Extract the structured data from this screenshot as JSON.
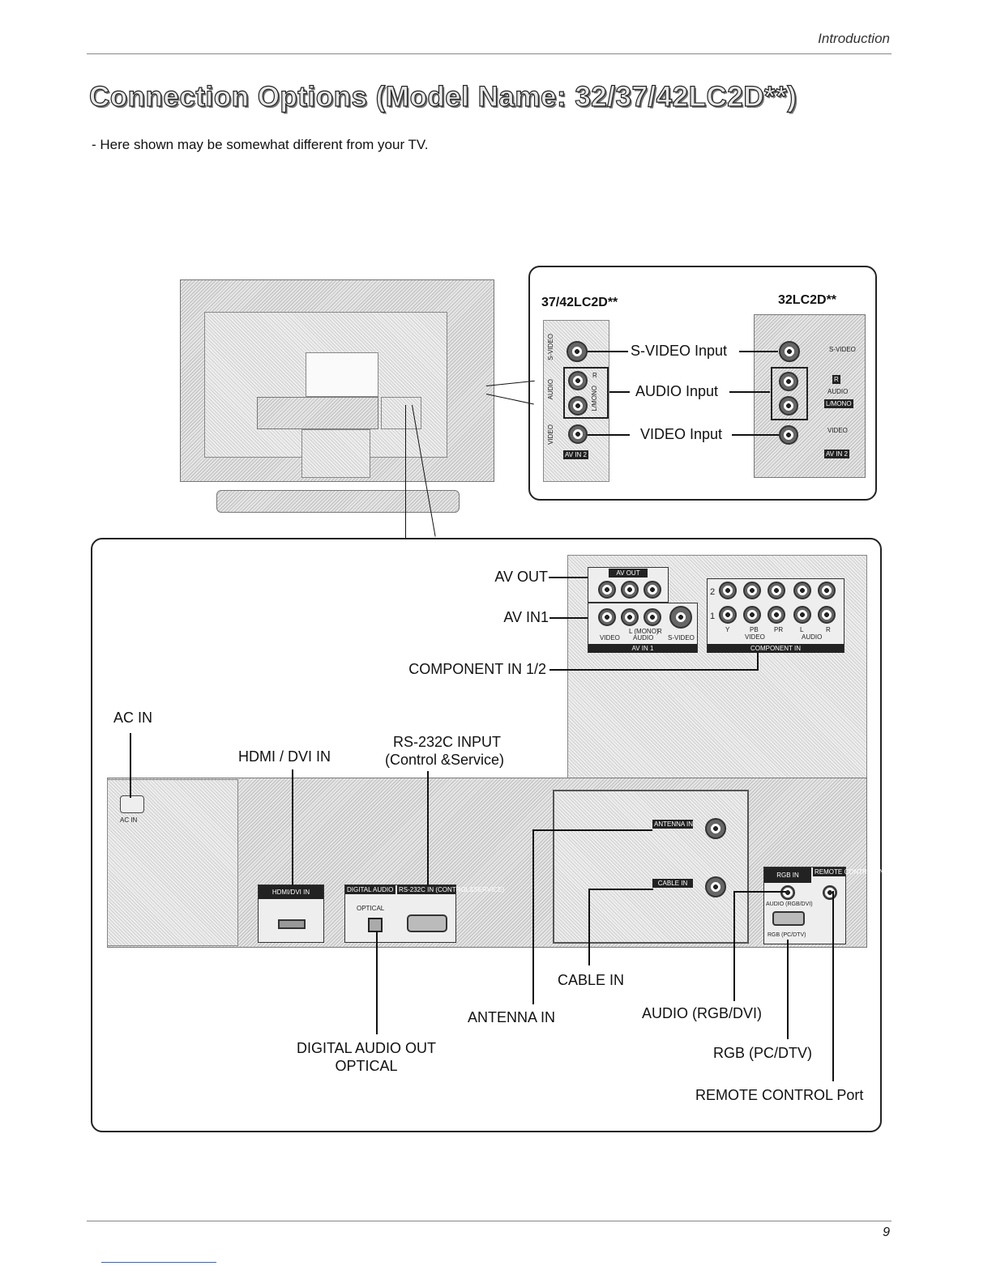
{
  "header": {
    "section": "Introduction"
  },
  "title": "Connection Options (Model Name: 32/37/42LC2D**)",
  "subtitle": "- Here shown may be somewhat different from your TV.",
  "inset": {
    "model_left": "37/42LC2D**",
    "model_right": "32LC2D**",
    "svideo_input": "S-VIDEO Input",
    "audio_input": "AUDIO Input",
    "video_input": "VIDEO Input",
    "panel_left": {
      "svideo": "S-VIDEO",
      "audio": "AUDIO",
      "lmono": "L/MONO",
      "r": "R",
      "video": "VIDEO",
      "avin2": "AV IN 2"
    },
    "panel_right": {
      "svideo": "S-VIDEO",
      "r": "R",
      "audio": "AUDIO",
      "lmono": "L/MONO",
      "video": "VIDEO",
      "avin2": "AV IN 2"
    }
  },
  "callouts": {
    "av_out": "AV OUT",
    "av_in1": "AV IN1",
    "component_in": "COMPONENT IN 1/2",
    "ac_in": "AC IN",
    "hdmi_dvi_in": "HDMI / DVI IN",
    "rs232c_line1": "RS-232C INPUT",
    "rs232c_line2": "(Control &Service)",
    "digital_audio_line1": "DIGITAL AUDIO OUT",
    "digital_audio_line2": "OPTICAL",
    "cable_in": "CABLE IN",
    "antenna_in": "ANTENNA IN",
    "audio_rgb_dvi": "AUDIO (RGB/DVI)",
    "rgb_pc_dtv": "RGB (PC/DTV)",
    "remote_control": "REMOTE CONTROL Port"
  },
  "panel_labels": {
    "av_out": "AV OUT",
    "av_in_1": "AV IN 1",
    "video": "VIDEO",
    "l_mono": "L (MONO)",
    "r": "R",
    "audio": "AUDIO",
    "s_video": "S-VIDEO",
    "row2": "2",
    "row1": "1",
    "y": "Y",
    "pb": "PB",
    "pr": "PR",
    "comp_video": "VIDEO",
    "comp_l": "L",
    "comp_r": "R",
    "comp_audio": "AUDIO",
    "component_in": "COMPONENT IN",
    "ac_in": "AC IN",
    "hdmi": "HDMI/DVI IN",
    "digital_audio": "DIGITAL AUDIO OUT",
    "optical": "OPTICAL",
    "rs232": "RS-232C IN (CONTROL&SERVICE)",
    "antenna": "ANTENNA IN",
    "cable": "CABLE IN",
    "rgb_in": "RGB IN",
    "remote": "REMOTE CONTROL IN",
    "audio_rgb": "AUDIO (RGB/DVI)",
    "rgb_pc": "RGB (PC/DTV)"
  },
  "footer": {
    "page_number": "9"
  }
}
